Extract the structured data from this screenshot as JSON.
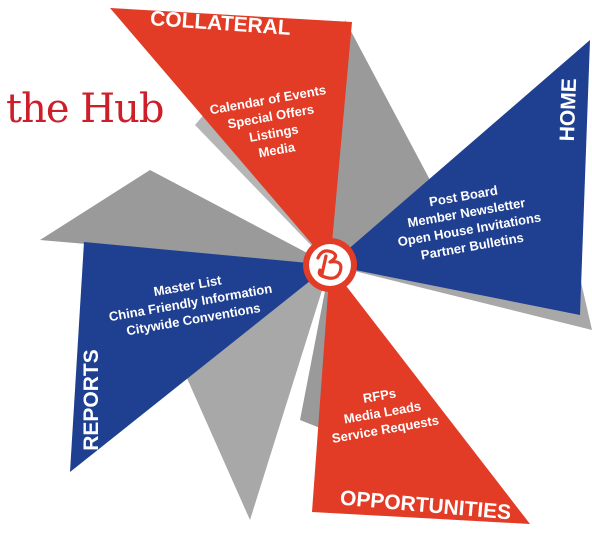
{
  "logo": {
    "text": "the Hub"
  },
  "colors": {
    "red": "#e23b26",
    "blue": "#1f3f91",
    "gray_dark": "#8f8f8f",
    "gray_light": "#b9b9b9",
    "hub_ring": "#e23b26"
  },
  "blades": {
    "collateral": {
      "title": "COLLATERAL",
      "items": [
        "Calendar of Events",
        "Special Offers",
        "Listings",
        "Media"
      ]
    },
    "home": {
      "title": "HOME",
      "items": [
        "Post Board",
        "Member Newsletter",
        "Open House Invitations",
        "Partner Bulletins"
      ]
    },
    "reports": {
      "title": "REPORTS",
      "items": [
        "Master List",
        "China Friendly Information",
        "Citywide Conventions"
      ]
    },
    "opportunities": {
      "title": "OPPORTUNITIES",
      "items": [
        "RFPs",
        "Media Leads",
        "Service Requests"
      ]
    }
  },
  "center_icon": "hub-b-logo-icon"
}
